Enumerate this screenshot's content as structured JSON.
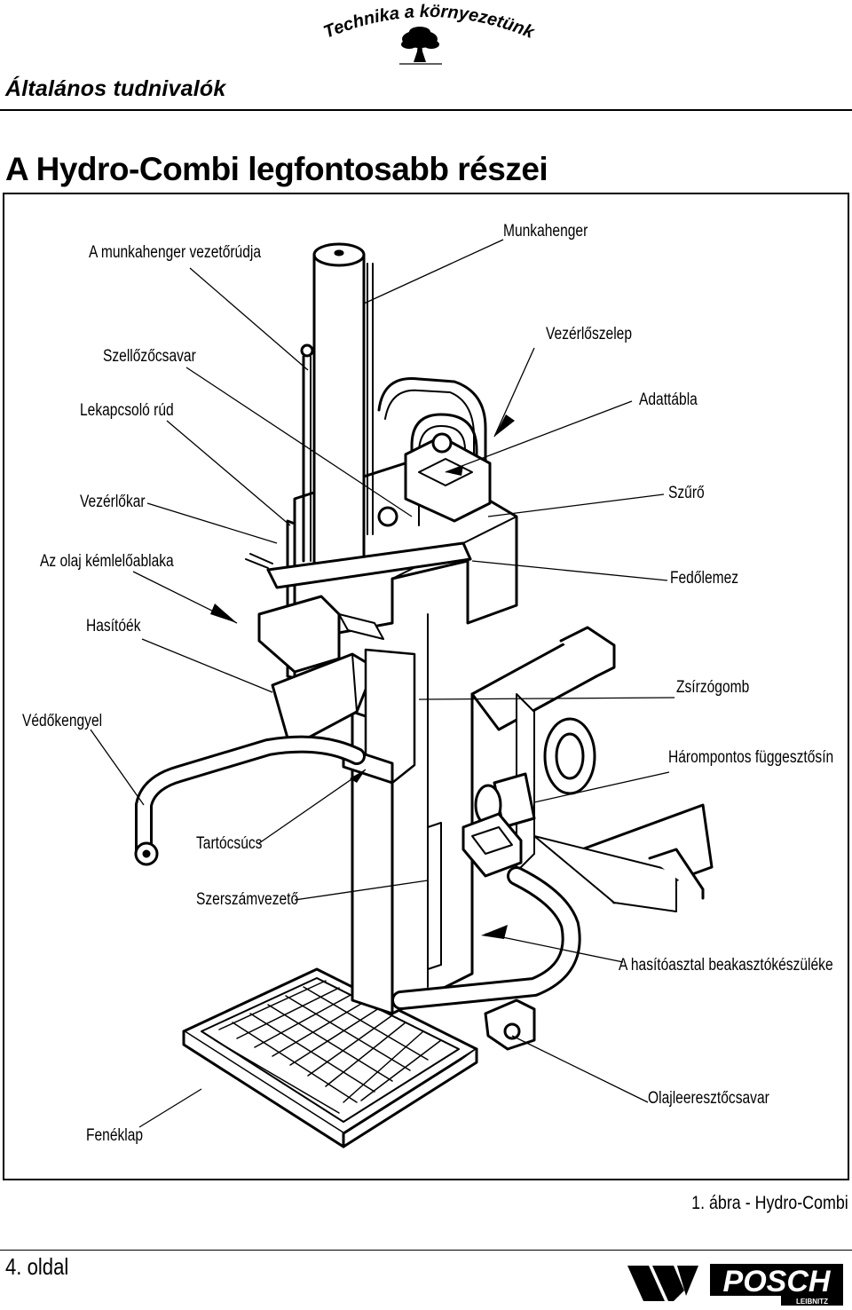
{
  "header": {
    "env_logo_text": "Technika a környezetünkért",
    "section_title": "Általános tudnivalók"
  },
  "main_title": "A Hydro-Combi legfontosabb részei",
  "figure": {
    "labels": {
      "guide_rod": "A munkahenger vezetőrúdja",
      "cylinder": "Munkahenger",
      "vent_screw": "Szellőzőcsavar",
      "control_valve": "Vezérlőszelep",
      "release_rod": "Lekapcsoló rúd",
      "nameplate": "Adattábla",
      "control_lever": "Vezérlőkar",
      "filter": "Szűrő",
      "oil_window": "Az olaj kémlelőablaka",
      "cover_plate": "Fedőlemez",
      "splitting_wedge": "Hasítóék",
      "grease_nipple": "Zsírzógomb",
      "guard_bracket": "Védőkengyel",
      "hitch_rail": "Hárompontos függesztősín",
      "holder_spike": "Tartócsúcs",
      "tool_guide": "Szerszámvezető",
      "table_hook": "A hasítóasztal beakasztókészüléke",
      "drain_plug": "Olajleeresztőcsavar",
      "base_plate": "Fenéklap"
    },
    "caption": "1. ábra - Hydro-Combi"
  },
  "footer": {
    "page_number": "4. oldal",
    "brand_name": "POSCH",
    "brand_sub": "LEIBNITZ"
  }
}
